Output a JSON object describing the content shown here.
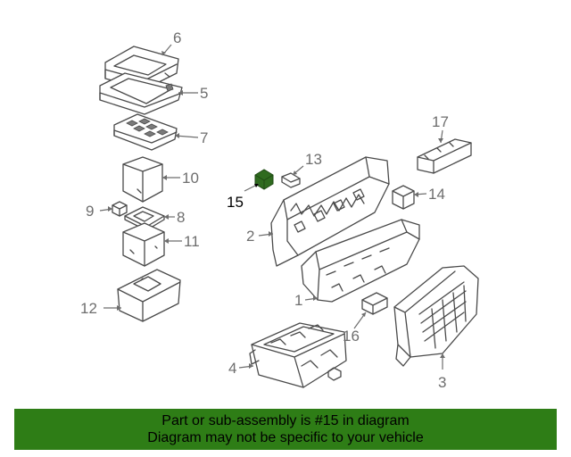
{
  "diagram": {
    "callouts": {
      "n1": "1",
      "n2": "2",
      "n3": "3",
      "n4": "4",
      "n5": "5",
      "n6": "6",
      "n7": "7",
      "n8": "8",
      "n9": "9",
      "n10": "10",
      "n11": "11",
      "n12": "12",
      "n13": "13",
      "n14": "14",
      "n15": "15",
      "n16": "16",
      "n17": "17"
    },
    "highlight_part": "15",
    "highlight_color": "#2f6b1f"
  },
  "banner": {
    "line1": "Part or sub-assembly is #15 in diagram",
    "line2": "Diagram may not be specific to your vehicle",
    "background": "#2e7d16",
    "text_color": "#000000"
  }
}
